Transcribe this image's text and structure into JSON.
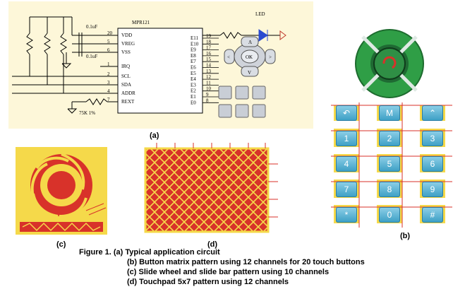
{
  "panels": {
    "a": {
      "label": "(a)",
      "chip": "MPR121",
      "led": "LED",
      "left_pins": [
        "VDD",
        "VREG",
        "VSS",
        "IRQ",
        "SCL",
        "SDA",
        "ADDR",
        "REXT"
      ],
      "left_pin_nums": [
        "20",
        "5",
        "6",
        "1",
        "2",
        "3",
        "4",
        "7"
      ],
      "right_pins": [
        "E11",
        "E10",
        "E9",
        "E8",
        "E7",
        "E6",
        "E5",
        "E4",
        "E3",
        "E2",
        "E1",
        "E0"
      ],
      "right_pin_nums": [
        "19",
        "18",
        "17",
        "16",
        "15",
        "14",
        "13",
        "12",
        "11",
        "10",
        "9",
        "8"
      ],
      "cap1": "0.1uF",
      "cap2": "0.1uF",
      "resistor": "75K 1%",
      "nav_up": "Λ",
      "nav_down": "V",
      "nav_left": "<",
      "nav_right": ">",
      "nav_ok": "OK"
    },
    "b": {
      "label": "(b)",
      "keys": [
        "M",
        "1",
        "2",
        "3",
        "4",
        "5",
        "6",
        "7",
        "8",
        "9",
        "*",
        "0",
        "#"
      ]
    },
    "c": {
      "label": "(c)"
    },
    "d": {
      "label": "(d)"
    }
  },
  "caption": {
    "line1": "Figure 1. (a) Typical application circuit",
    "line2": "(b) Button matrix pattern using 12 channels for 20 touch buttons",
    "line3": "(c) Slide wheel and slide bar pattern using 10 channels",
    "line4": "(d) Touchpad 5x7 pattern using 12 channels"
  },
  "colors": {
    "schematic_bg": "#fdf7d9",
    "wheel_green": "#2f9e46",
    "pad_yellow": "#f5d94a",
    "pad_red": "#d8322a",
    "key_blue": "#4aa8d0"
  }
}
